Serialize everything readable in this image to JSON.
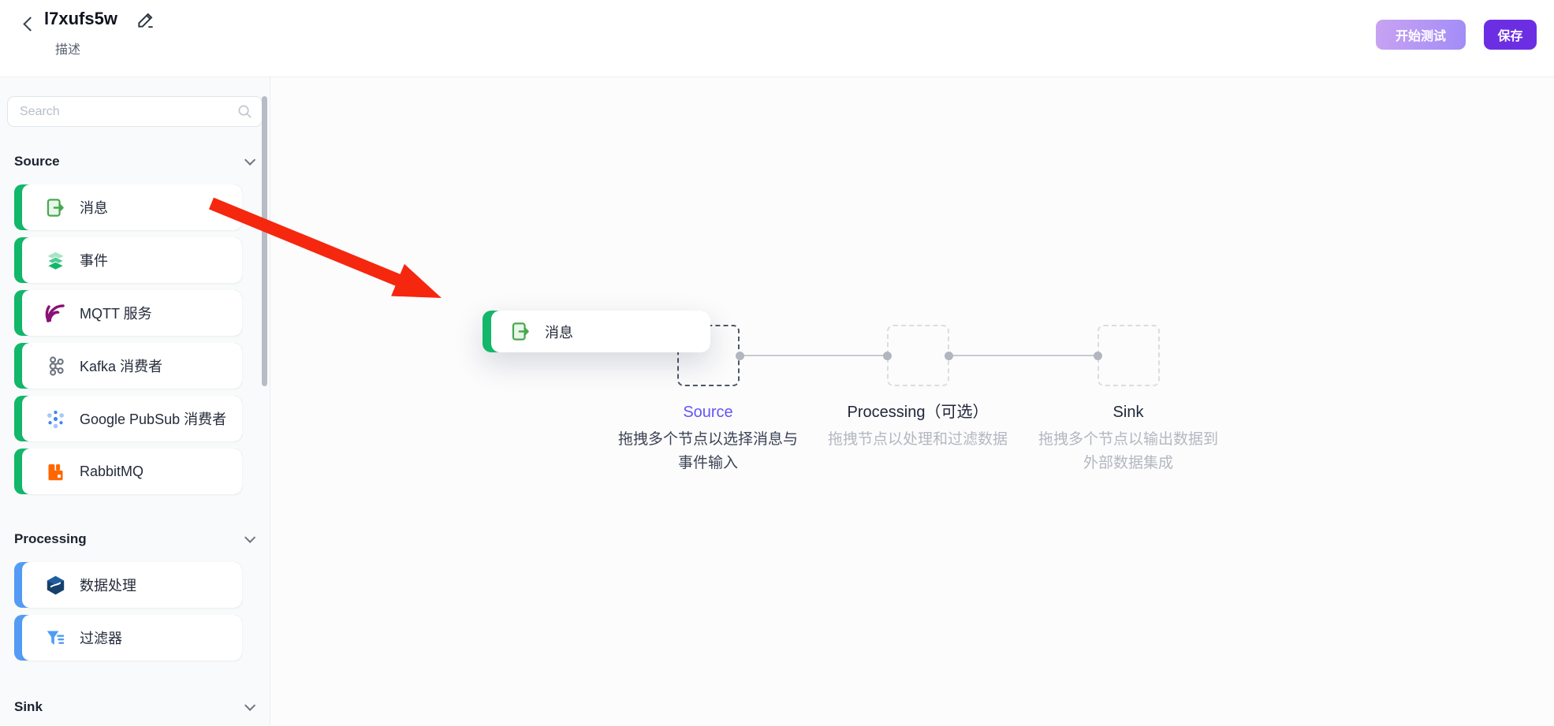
{
  "header": {
    "title": "l7xufs5w",
    "subtitle": "描述",
    "start_test_label": "开始测试",
    "save_label": "保存"
  },
  "sidebar": {
    "search_placeholder": "Search",
    "sections": [
      {
        "label": "Source",
        "accent_color": "#12b76a",
        "items": [
          {
            "label": "消息",
            "icon": "message-icon"
          },
          {
            "label": "事件",
            "icon": "event-layers-icon"
          },
          {
            "label": "MQTT 服务",
            "icon": "mqtt-icon"
          },
          {
            "label": "Kafka 消费者",
            "icon": "kafka-icon"
          },
          {
            "label": "Google PubSub 消费者",
            "icon": "google-pubsub-icon"
          },
          {
            "label": "RabbitMQ",
            "icon": "rabbitmq-icon"
          }
        ]
      },
      {
        "label": "Processing",
        "accent_color": "#539bf5",
        "items": [
          {
            "label": "数据处理",
            "icon": "data-processing-icon"
          },
          {
            "label": "过滤器",
            "icon": "filter-icon"
          }
        ]
      },
      {
        "label": "Sink",
        "accent_color": "",
        "items": []
      }
    ]
  },
  "canvas": {
    "dragged_node": {
      "label": "消息",
      "icon": "message-icon"
    },
    "zones": [
      {
        "title": "Source",
        "desc": "拖拽多个节点以选择消息与事件输入",
        "title_color": "#6355f6",
        "active": true
      },
      {
        "title": "Processing（可选）",
        "desc": "拖拽节点以处理和过滤数据",
        "title_color": "#20263a",
        "active": false
      },
      {
        "title": "Sink",
        "desc": "拖拽多个节点以输出数据到外部数据集成",
        "title_color": "#20263a",
        "active": false
      }
    ],
    "annotation": {
      "type": "red-arrow",
      "color": "#f5270f"
    }
  }
}
